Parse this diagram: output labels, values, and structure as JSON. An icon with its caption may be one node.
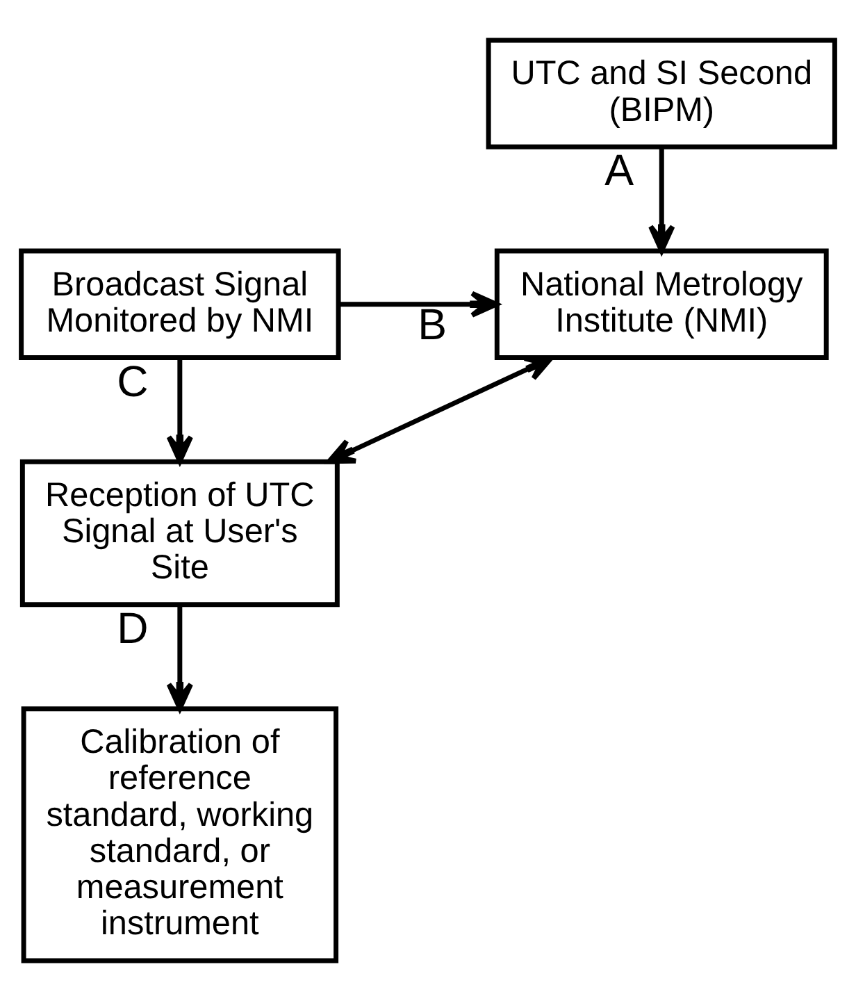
{
  "diagram": {
    "nodes": [
      {
        "text": [
          "UTC and SI Second (BIPM)"
        ]
      },
      {
        "text": [
          "National Metrology Institute (NMI)"
        ]
      },
      {
        "text": [
          "Broadcast Signal Monitored by NMI"
        ]
      },
      {
        "text": [
          "Reception of UTC Signal at User's Site"
        ]
      },
      {
        "text": [
          "Calibration of reference standard, working standard, or measurement instrument"
        ]
      }
    ],
    "edges": [
      {
        "from": 0,
        "to": 1,
        "arrow": "to",
        "label": "A"
      },
      {
        "from": 2,
        "to": 1,
        "arrow": "to",
        "label": "B"
      },
      {
        "from": 2,
        "to": 3,
        "arrow": "to",
        "label": "C"
      },
      {
        "from": 3,
        "to": 4,
        "arrow": "to",
        "label": "D"
      },
      {
        "from": 1,
        "to": 3,
        "arrow": "both"
      }
    ]
  }
}
